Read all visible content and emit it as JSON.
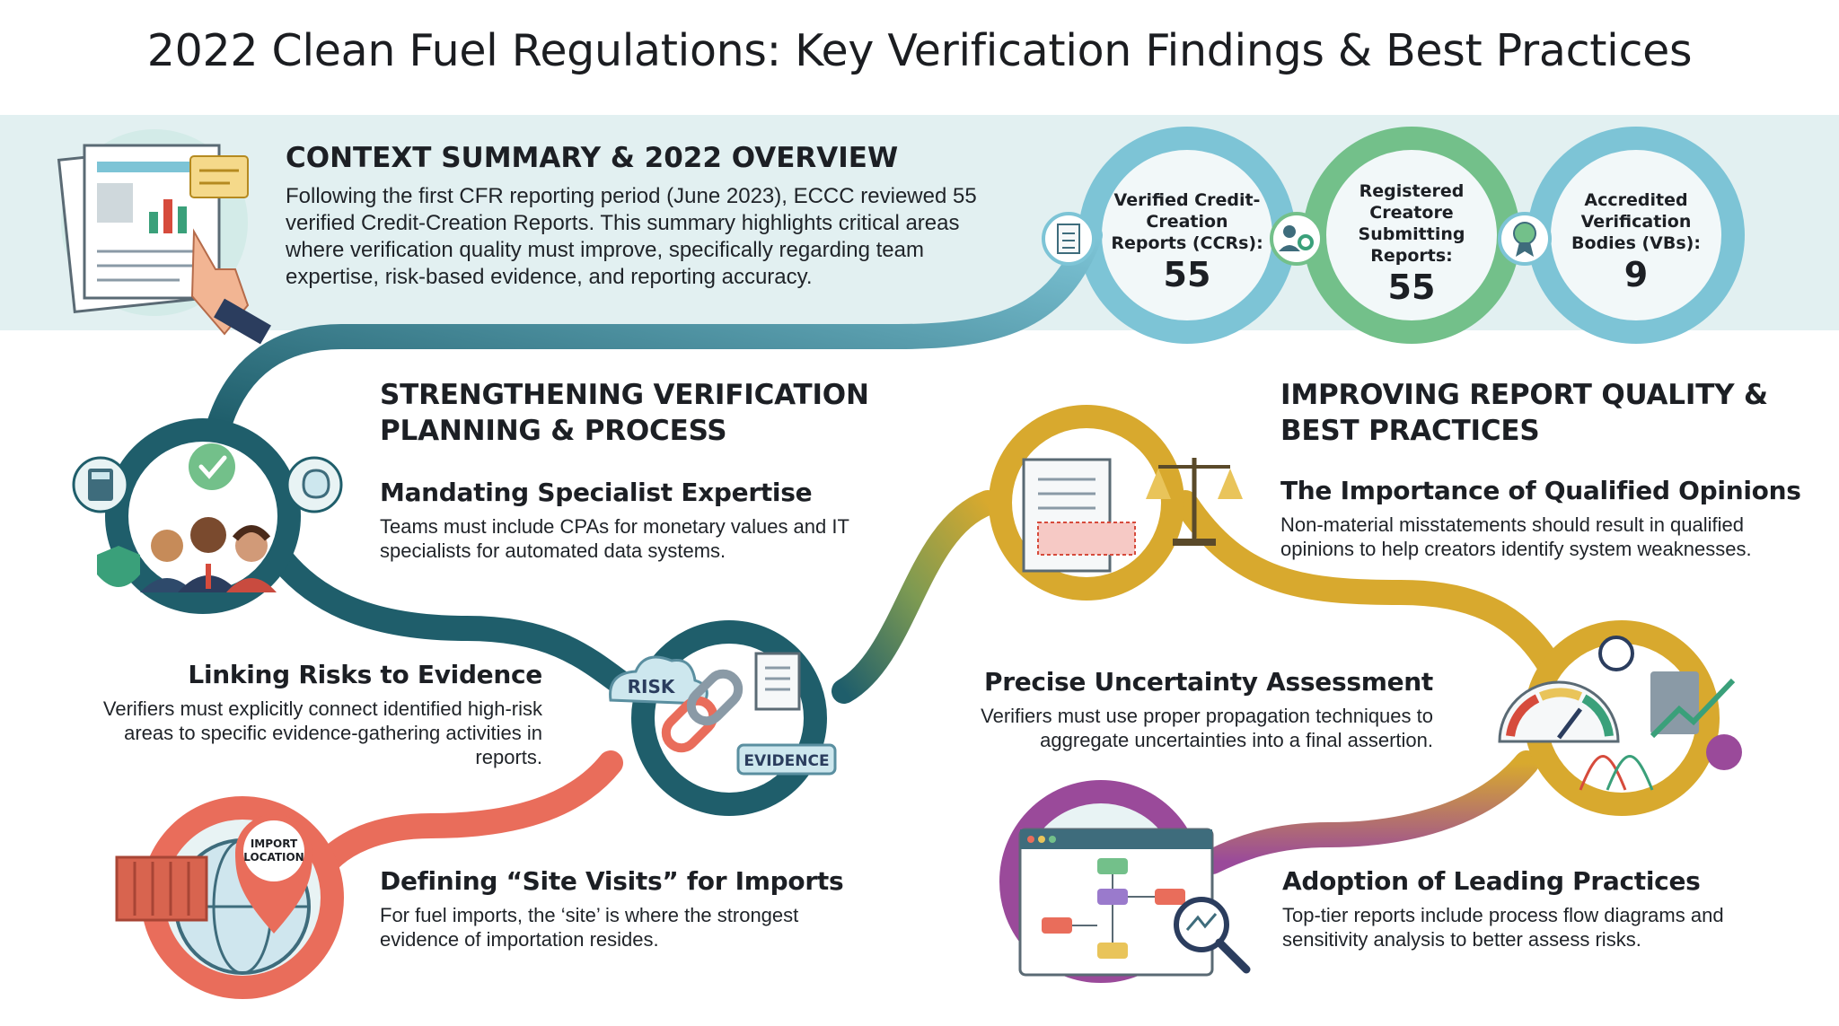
{
  "title": "2022 Clean Fuel Regulations: Key Verification Findings & Best Practices",
  "context": {
    "heading": "CONTEXT SUMMARY & 2022 OVERVIEW",
    "body": "Following the first CFR reporting period (June 2023), ECCC reviewed 55 verified Credit-Creation Reports. This summary highlights critical areas where verification quality must improve, specifically regarding team expertise, risk-based evidence, and reporting accuracy."
  },
  "stats": [
    {
      "label": "Verified Credit-Creation Reports (CCRs):",
      "value": "55",
      "icon": "document-icon"
    },
    {
      "label": "Registered Creatore Submitting Reports:",
      "value": "55",
      "icon": "people-gear-icon"
    },
    {
      "label": "Accredited Verification Bodies (VBs):",
      "value": "9",
      "icon": "award-badge-icon"
    }
  ],
  "left": {
    "heading": "STRENGTHENING VERIFICATION PLANNING & PROCESS",
    "items": [
      {
        "title": "Mandating Specialist Expertise",
        "body": "Teams must include CPAs for monetary values and IT specialists for automated data systems."
      },
      {
        "title": "Linking Risks to Evidence",
        "body": "Verifiers must explicitly connect identified high-risk areas to specific evidence-gathering activities in reports."
      },
      {
        "title": "Defining “Site Visits” for Imports",
        "body": "For fuel imports, the ‘site’ is where the strongest evidence of importation resides."
      }
    ]
  },
  "right": {
    "heading": "IMPROVING REPORT QUALITY & BEST PRACTICES",
    "items": [
      {
        "title": "The Importance of Qualified Opinions",
        "body": "Non-material misstatements should result in qualified opinions to help creators identify system weaknesses."
      },
      {
        "title": "Precise Uncertainty Assessment",
        "body": "Verifiers must use proper propagation techniques to aggregate uncertainties into a final assertion."
      },
      {
        "title": "Adoption of Leading Practices",
        "body": "Top-tier reports include process flow diagrams and sensitivity analysis to better assess risks."
      }
    ]
  },
  "icon_labels": {
    "risk": "RISK",
    "evidence": "EVIDENCE",
    "import_location": "IMPORT LOCATION"
  },
  "colors": {
    "band": "#e2f0f1",
    "light_blue": "#7dc4d6",
    "green": "#73c08a",
    "dark_teal": "#1f5e6b",
    "coral": "#e96d5b",
    "gold": "#d8a92e",
    "purple": "#9a4a9a"
  }
}
